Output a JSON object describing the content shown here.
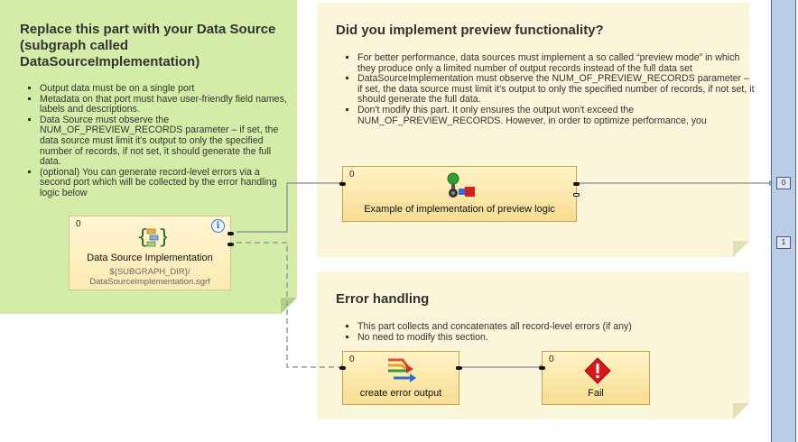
{
  "data_source_note": {
    "title": "Replace this part with your Data Source (subgraph called DataSourceImplementation)",
    "items": [
      "Output data must be on a single port",
      "Metadata on that port must have user-friendly field names, labels and descriptions.",
      "Data Source must observe the NUM_OF_PREVIEW_RECORDS parameter – if set, the data source must limit it's output to only the specified number of records, if not set, it should generate the full data.",
      "(optional) You can generate record-level errors via a second port which will be collected by the error handling logic below"
    ]
  },
  "preview_note": {
    "title": "Did you implement preview functionality?",
    "items": [
      "For better performance, data sources must implement a so called “preview mode” in which they produce only a limited number of output records instead of the full data set",
      "DataSourceImplementation must observe the NUM_OF_PREVIEW_RECORDS parameter – if set, the data source must limit it's output to only the specified number of records, if not set, it should generate the full data.",
      "Don't modify this part. It only ensures the output won't exceed the NUM_OF_PREVIEW_RECORDS. However, in order to optimize performance, you"
    ]
  },
  "error_note": {
    "title": "Error handling",
    "items": [
      "This part collects and concatenates all record-level errors (if any)",
      "No need to modify this section."
    ]
  },
  "components": {
    "data_source": {
      "phase": "0",
      "label": "Data Source Implementation",
      "path_line1": "${SUBGRAPH_DIR}/",
      "path_line2": "DataSourceImplementation.sgrf",
      "info": "i"
    },
    "preview": {
      "phase": "0",
      "label": "Example of implementation of preview logic"
    },
    "error_output": {
      "phase": "0",
      "label": "create error output"
    },
    "fail": {
      "phase": "0",
      "label": "Fail"
    }
  },
  "output_ports": [
    "0",
    "1"
  ],
  "colors": {
    "green_note": "#d3eda8",
    "yellow_note": "#fbf6da",
    "component": "#f8dd92",
    "fail_icon": "#d9181e"
  }
}
